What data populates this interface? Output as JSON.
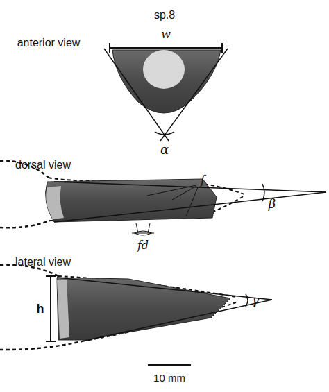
{
  "diagram": {
    "labels": [
      "sp.8",
      "anterior view",
      "w",
      "α",
      "dorsal view",
      "f",
      "fd",
      "β",
      "lateral view",
      "h",
      "γ",
      "10 mm"
    ]
  }
}
